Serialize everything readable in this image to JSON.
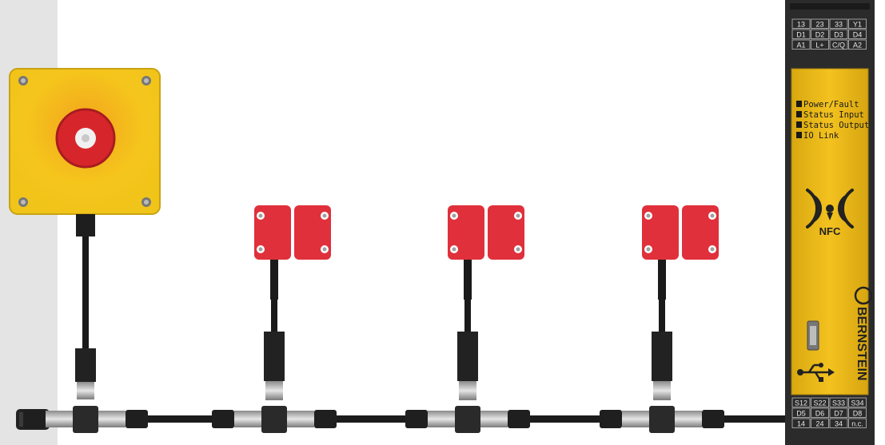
{
  "module": {
    "top_terminals": [
      [
        "13",
        "23",
        "33",
        "Y1"
      ],
      [
        "D1",
        "D2",
        "D3",
        "D4"
      ],
      [
        "A1",
        "L+",
        "C/Q",
        "A2"
      ]
    ],
    "bottom_terminals": [
      [
        "S12",
        "S22",
        "S33",
        "S34"
      ],
      [
        "D5",
        "D6",
        "D7",
        "D8"
      ],
      [
        "14",
        "24",
        "34",
        "n.c."
      ]
    ],
    "leds": [
      "Power/Fault",
      "Status Input",
      "Status Output",
      "IO Link"
    ],
    "nfc_label": "NFC",
    "brand": "BERNSTEIN",
    "accent": "#f1c21b",
    "housing": "#2b2b2b"
  },
  "estop": {
    "box_color": "#f3c81a",
    "button_color": "#d7262b"
  },
  "sensors": {
    "count": 3,
    "color": "#e0303b"
  },
  "icons": [
    "nfc-icon",
    "usb-icon",
    "bernstein-logo-icon"
  ]
}
